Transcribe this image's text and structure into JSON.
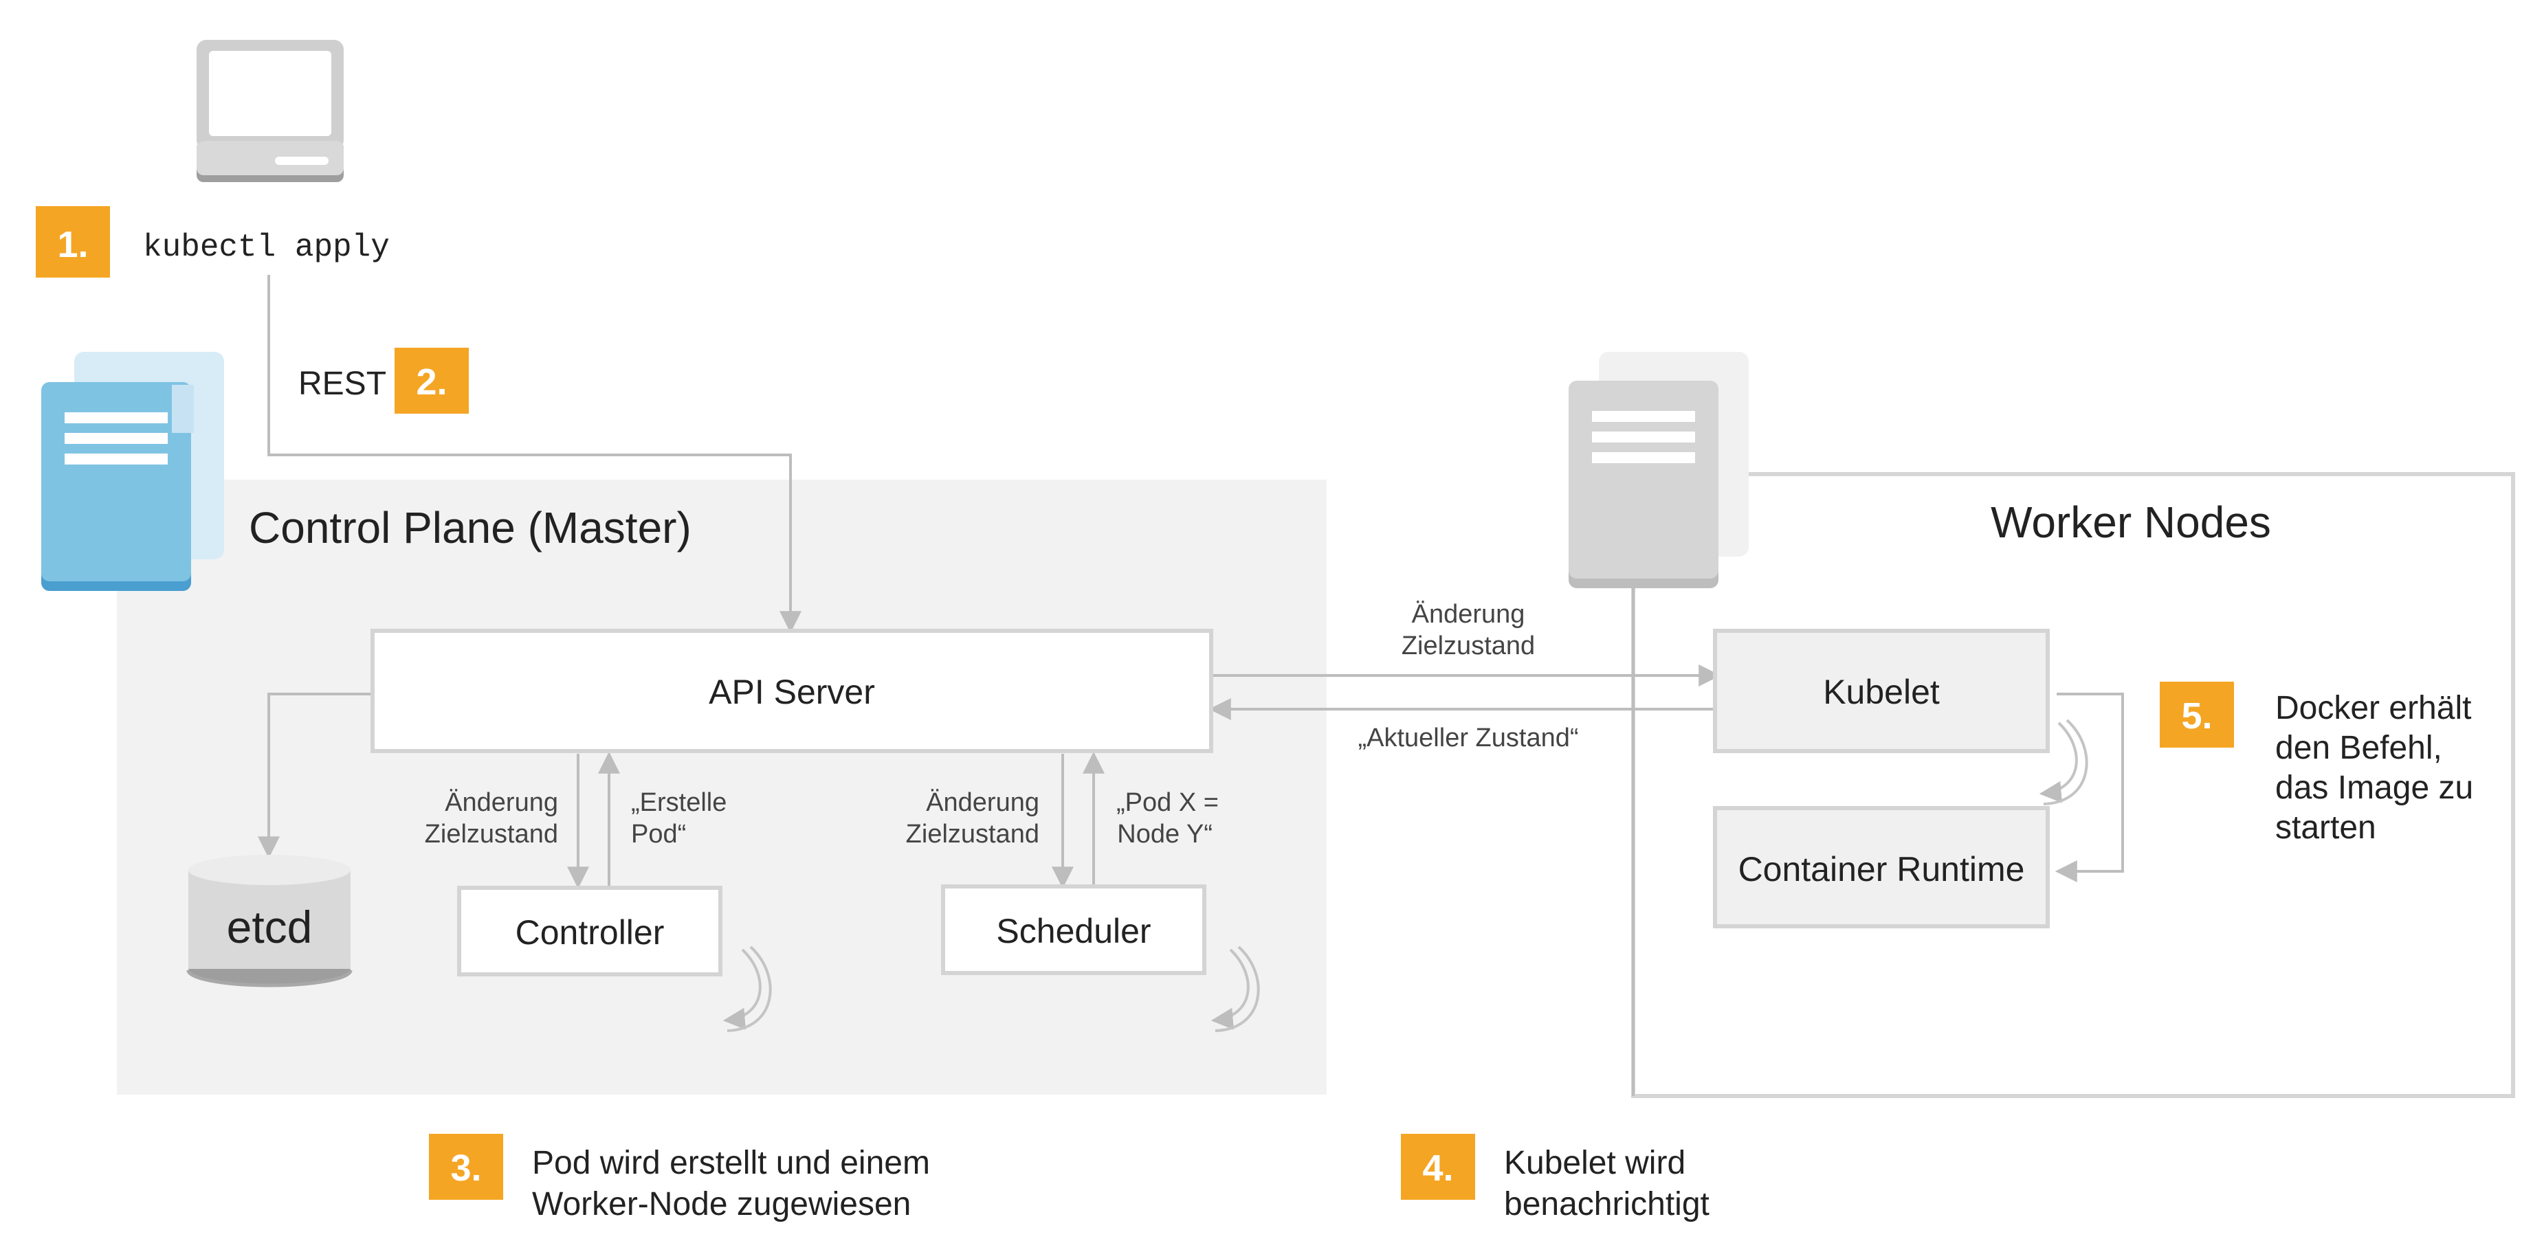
{
  "colors": {
    "badge": "#f5a524",
    "panel": "#f2f2f2",
    "box_stroke": "#d4d4d4",
    "arrow": "#bdbdbd",
    "master_blue": "#7fc3e3",
    "worker_gray": "#d5d5d5"
  },
  "icons": {
    "client": "computer-icon",
    "master": "server-icon",
    "worker": "server-icon",
    "store": "database-icon"
  },
  "steps": {
    "s1": {
      "number": "1.",
      "command": "kubectl apply"
    },
    "s2": {
      "number": "2.",
      "label": "REST"
    },
    "s3": {
      "number": "3.",
      "line1": "Pod wird erstellt und einem",
      "line2": "Worker-Node zugewiesen"
    },
    "s4": {
      "number": "4.",
      "line1": "Kubelet wird",
      "line2": "benachrichtigt"
    },
    "s5": {
      "number": "5.",
      "line1": "Docker erhält",
      "line2": "den Befehl,",
      "line3": "das Image zu",
      "line4": "starten"
    }
  },
  "control_plane": {
    "title": "Control Plane (Master)",
    "api_server": "API Server",
    "etcd": "etcd",
    "controller": "Controller",
    "scheduler": "Scheduler",
    "ctrl_down_1": "Änderung",
    "ctrl_down_2": "Zielzustand",
    "ctrl_up_1": "„Erstelle",
    "ctrl_up_2": "Pod“",
    "sched_down_1": "Änderung",
    "sched_down_2": "Zielzustand",
    "sched_up_1": "„Pod X =",
    "sched_up_2": "Node Y“"
  },
  "links": {
    "to_kubelet_1": "Änderung",
    "to_kubelet_2": "Zielzustand",
    "from_kubelet": "„Aktueller Zustand“"
  },
  "worker_nodes": {
    "title": "Worker Nodes",
    "kubelet": "Kubelet",
    "runtime": "Container Runtime"
  }
}
